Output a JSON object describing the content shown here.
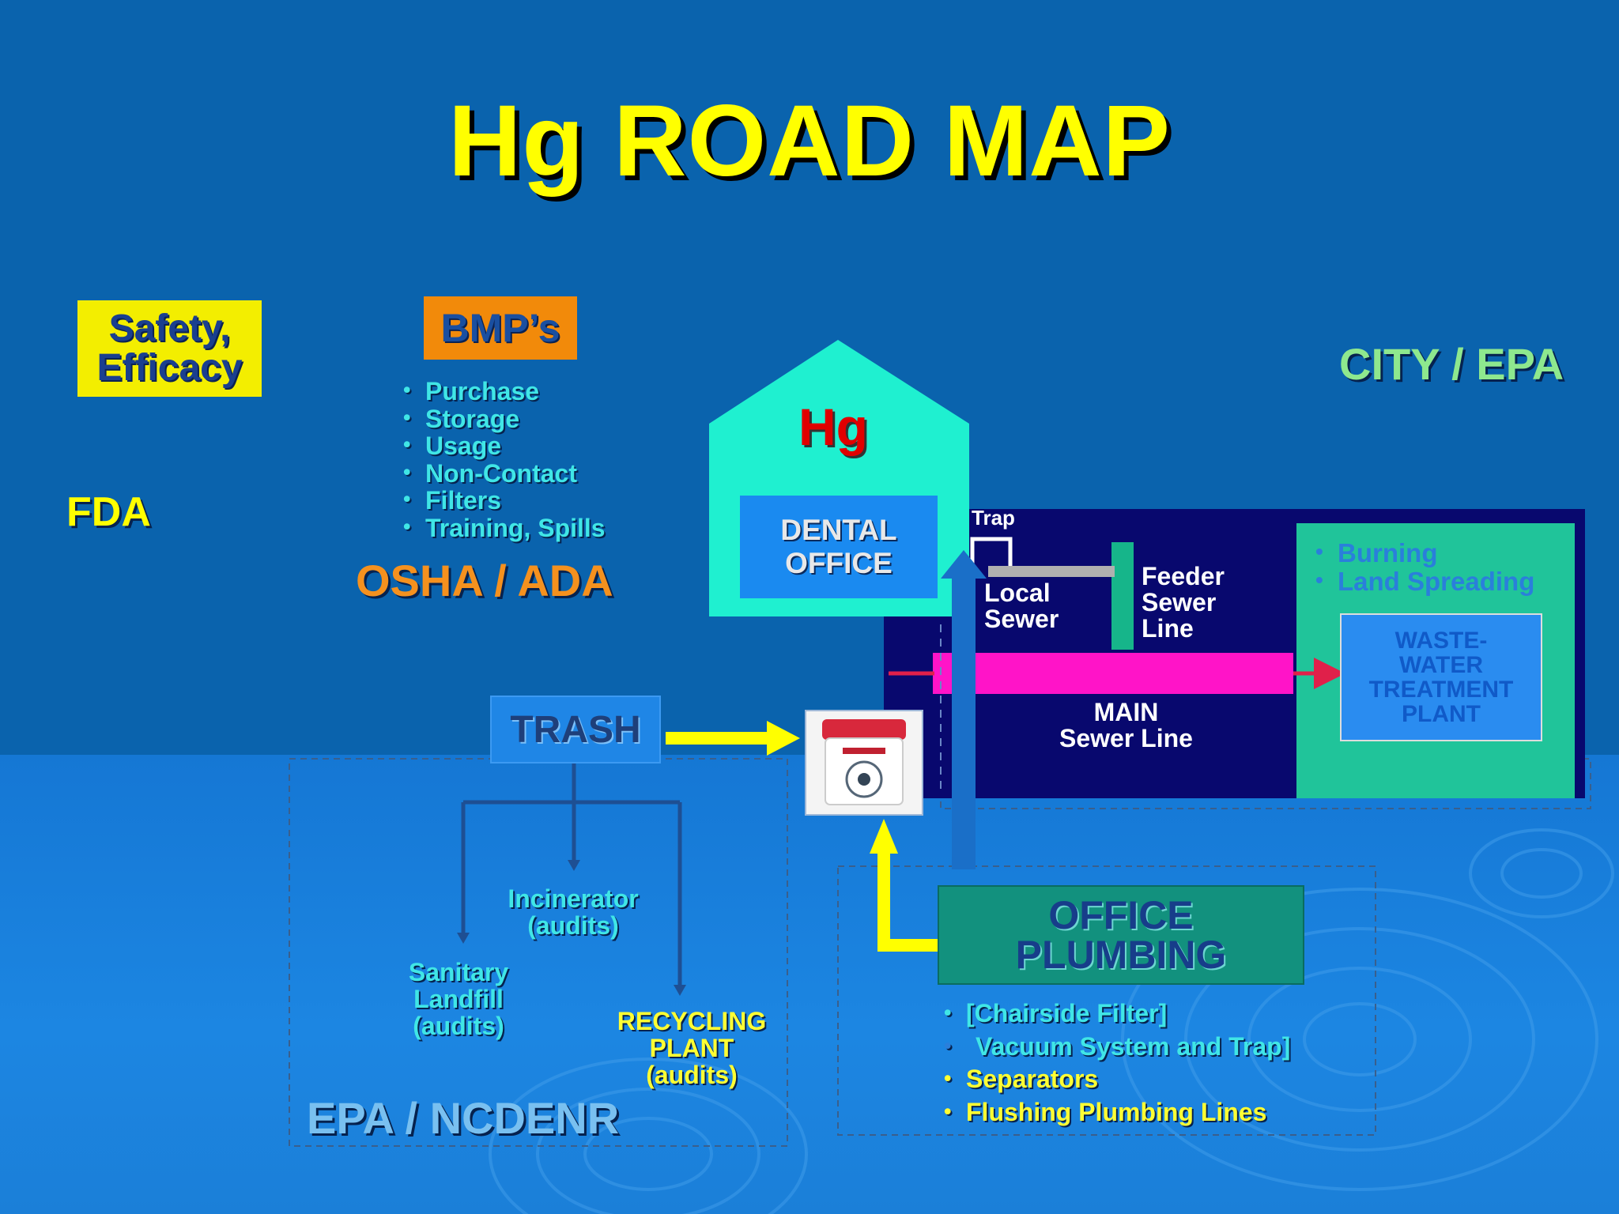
{
  "title": "Hg ROAD MAP",
  "regulators": {
    "fda": "FDA",
    "osha_ada": "OSHA / ADA",
    "city_epa": "CITY / EPA",
    "epa_ncdenr": "EPA / NCDENR"
  },
  "safety_box": {
    "line1": "Safety,",
    "line2": "Efficacy"
  },
  "bmp_box": {
    "label": "BMP’s",
    "items": [
      "Purchase",
      "Storage",
      "Usage",
      "Non-Contact",
      "Filters",
      "Training, Spills"
    ]
  },
  "house": {
    "label": "Hg",
    "office_line1": "DENTAL",
    "office_line2": "OFFICE"
  },
  "sewer": {
    "trap": "Trap",
    "local_line1": "Local",
    "local_line2": "Sewer",
    "feeder_line1": "Feeder",
    "feeder_line2": "Sewer",
    "feeder_line3": "Line",
    "main_line1": "MAIN",
    "main_line2": "Sewer Line"
  },
  "treatment": {
    "bullets": [
      "Burning",
      "Land Spreading"
    ],
    "plant_line1": "WASTE-",
    "plant_line2": "WATER",
    "plant_line3": "TREATMENT",
    "plant_line4": "PLANT"
  },
  "trash": {
    "label": "TRASH",
    "incinerator_line1": "Incinerator",
    "incinerator_line2": "(audits)",
    "sanitary_line1": "Sanitary",
    "sanitary_line2": "Landfill",
    "sanitary_line3": "(audits)",
    "recycling_line1": "RECYCLING",
    "recycling_line2": "PLANT",
    "recycling_line3": "(audits)"
  },
  "plumbing": {
    "line1": "OFFICE",
    "line2": "PLUMBING",
    "items": [
      "[Chairside Filter]",
      "Vacuum System and Trap]",
      "Separators",
      "Flushing Plumbing Lines"
    ]
  },
  "colors": {
    "background": "#0a63ad",
    "title": "#ffff00",
    "sewer_panel": "#08086e",
    "treatment_panel": "#20c49a",
    "main_sewer_pipe": "#ff14c8",
    "house": "#1ff0d0"
  }
}
